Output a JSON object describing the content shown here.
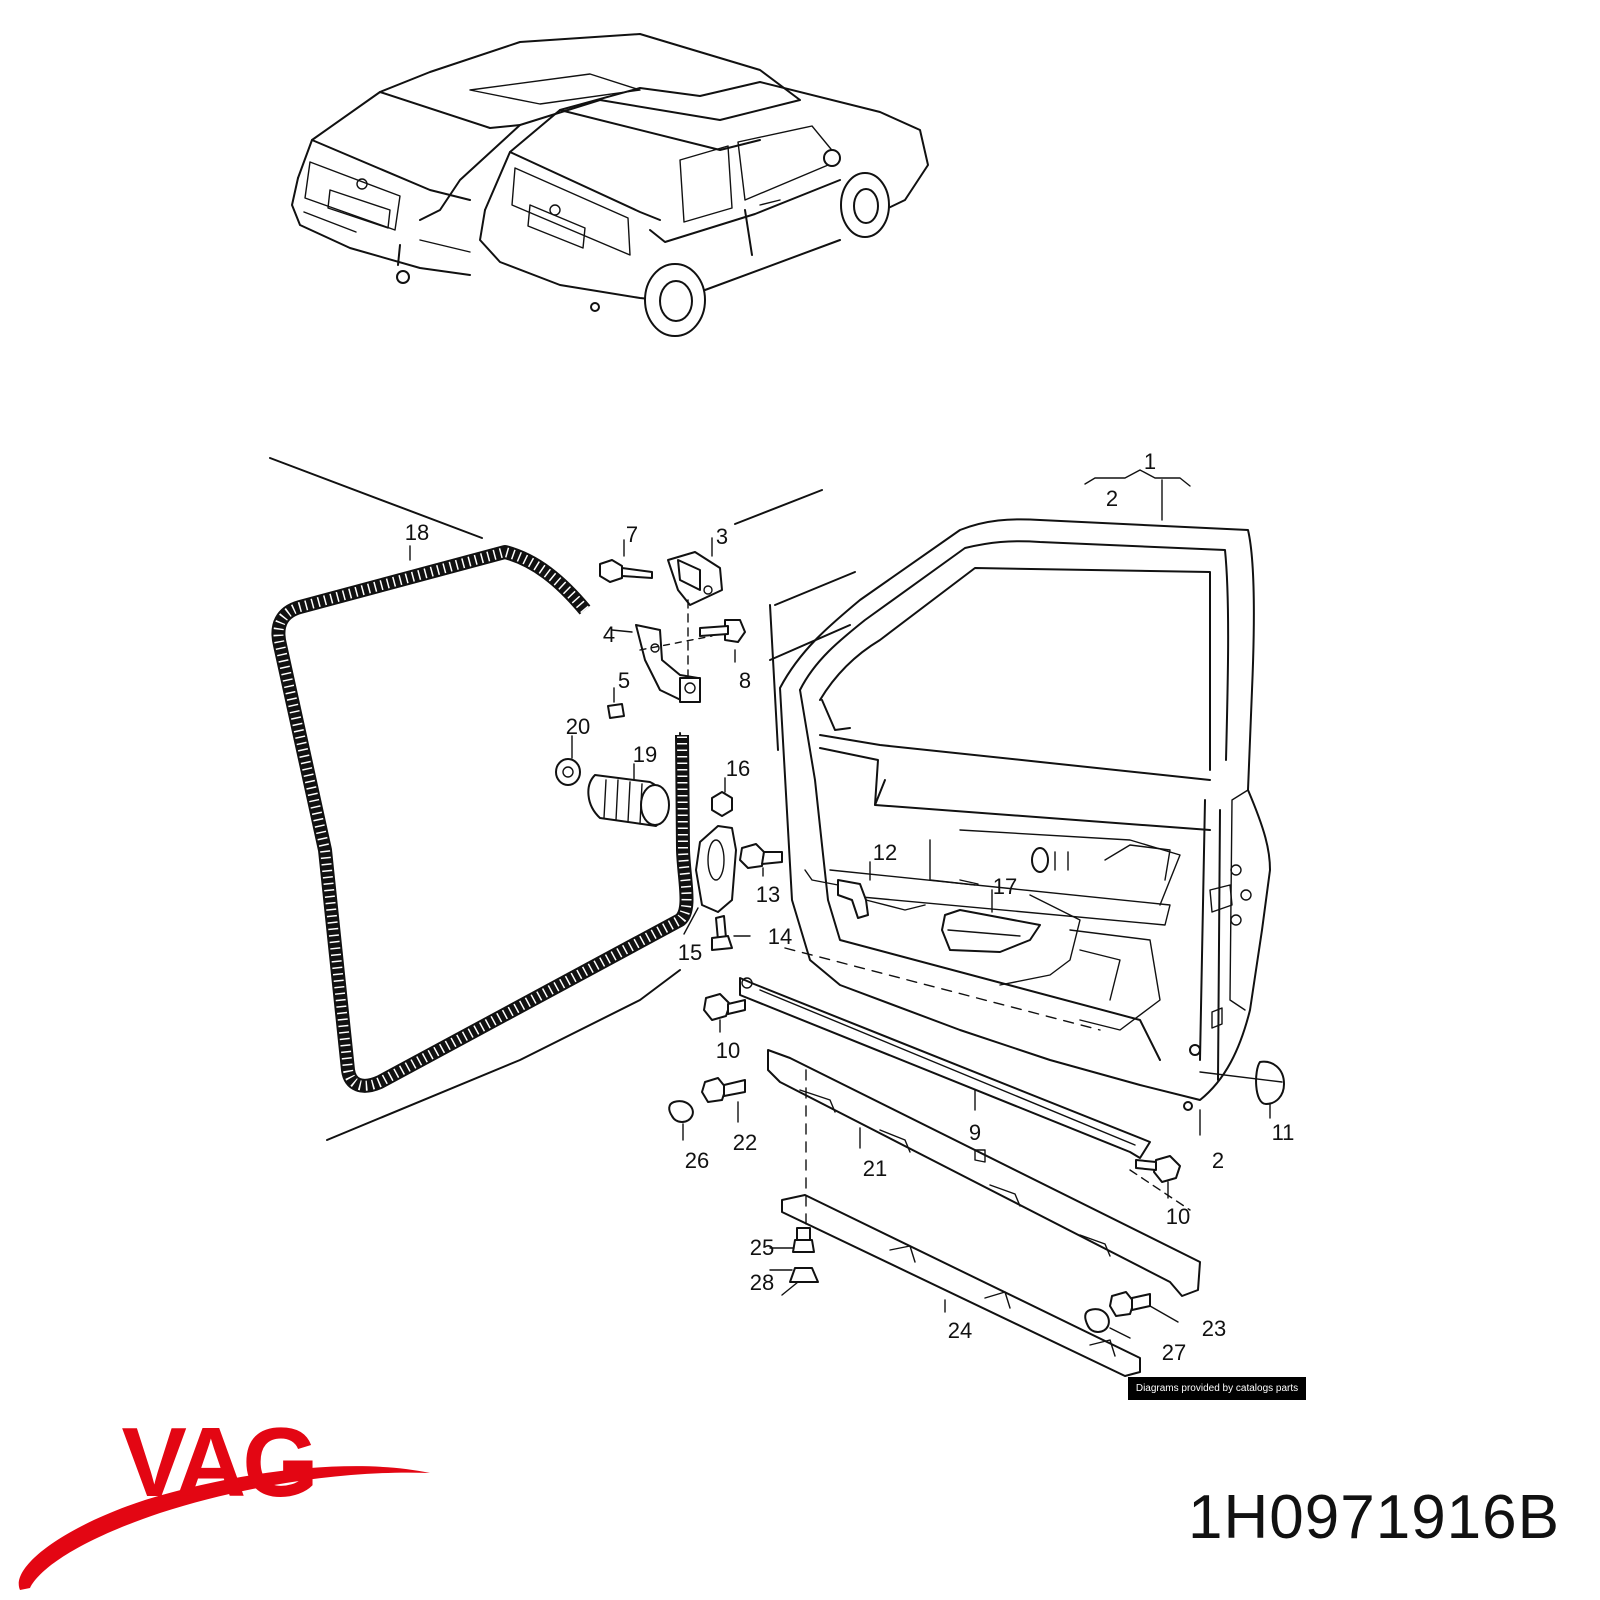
{
  "diagram": {
    "callouts": [
      {
        "id": "1",
        "label": "1"
      },
      {
        "id": "2a",
        "label": "2"
      },
      {
        "id": "2b",
        "label": "2"
      },
      {
        "id": "3",
        "label": "3"
      },
      {
        "id": "4",
        "label": "4"
      },
      {
        "id": "5",
        "label": "5"
      },
      {
        "id": "7",
        "label": "7"
      },
      {
        "id": "8",
        "label": "8"
      },
      {
        "id": "9",
        "label": "9"
      },
      {
        "id": "10a",
        "label": "10"
      },
      {
        "id": "10b",
        "label": "10"
      },
      {
        "id": "11",
        "label": "11"
      },
      {
        "id": "12",
        "label": "12"
      },
      {
        "id": "13",
        "label": "13"
      },
      {
        "id": "14",
        "label": "14"
      },
      {
        "id": "15",
        "label": "15"
      },
      {
        "id": "16",
        "label": "16"
      },
      {
        "id": "17",
        "label": "17"
      },
      {
        "id": "18",
        "label": "18"
      },
      {
        "id": "19",
        "label": "19"
      },
      {
        "id": "20",
        "label": "20"
      },
      {
        "id": "21",
        "label": "21"
      },
      {
        "id": "22",
        "label": "22"
      },
      {
        "id": "23",
        "label": "23"
      },
      {
        "id": "24",
        "label": "24"
      },
      {
        "id": "25",
        "label": "25"
      },
      {
        "id": "26",
        "label": "26"
      },
      {
        "id": "27",
        "label": "27"
      },
      {
        "id": "28",
        "label": "28"
      }
    ]
  },
  "credit": "Diagrams provided by catalogs parts",
  "brand": {
    "name": "VAG",
    "color": "#e30613"
  },
  "part_number": "1H0971916B"
}
